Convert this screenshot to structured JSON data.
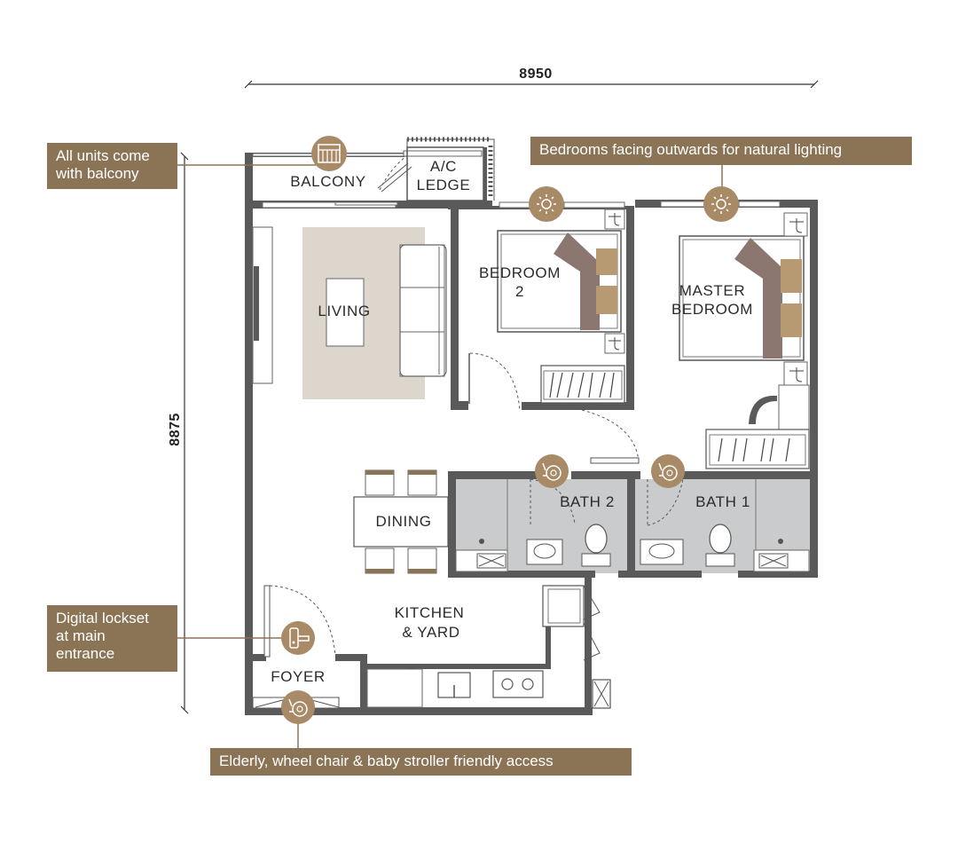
{
  "dimensions": {
    "width": "8950",
    "height": "8875"
  },
  "rooms": {
    "balcony": "BALCONY",
    "ac_ledge_line1": "A/C",
    "ac_ledge_line2": "LEDGE",
    "bedroom2_line1": "BEDROOM",
    "bedroom2_line2": "2",
    "master_line1": "MASTER",
    "master_line2": "BEDROOM",
    "living": "LIVING",
    "dining": "DINING",
    "bath2": "BATH 2",
    "bath1": "BATH 1",
    "kitchen_line1": "KITCHEN",
    "kitchen_line2": "& YARD",
    "foyer": "FOYER"
  },
  "callouts": {
    "balcony": "All units come\nwith balcony",
    "lighting": "Bedrooms facing outwards for natural lighting",
    "lockset": "Digital lockset\nat main\nentrance",
    "access": "Elderly, wheel chair & baby stroller friendly access"
  },
  "colors": {
    "callout_bg": "#8b7356",
    "wall": "#5a5a5a",
    "bath_floor": "#c9cbcc",
    "rug": "#dcd6cd",
    "pillow": "#b89a72",
    "bed_throw": "#8b7770",
    "icon_circle": "#a88a67"
  }
}
